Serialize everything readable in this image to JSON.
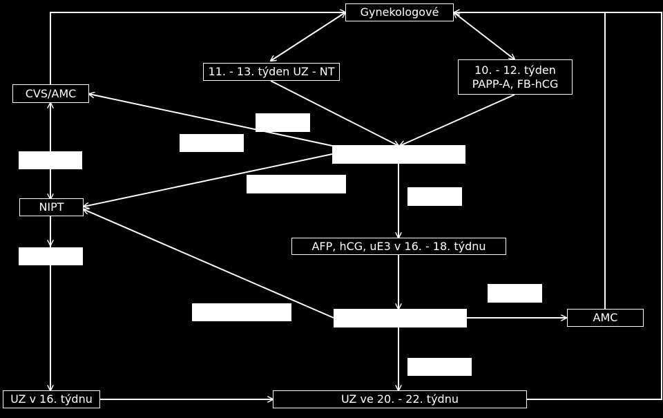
{
  "diagram": {
    "colors": {
      "background": "#000000",
      "stroke": "#ffffff",
      "text": "#ffffff",
      "blank_fill": "#ffffff"
    },
    "nodes": {
      "gynekologove": "Gynekologové",
      "uz_nt": "11. - 13. týden UZ - NT",
      "papp": "10. - 12. týden\nPAPP-A, FB-hCG",
      "cvs_amc": "CVS/AMC",
      "nipt": "NIPT",
      "afp": "AFP, hCG, uE3 v 16. - 18. týdnu",
      "amc": "AMC",
      "uz16": "UZ v 16. týdnu",
      "uz20": "UZ ve 20. - 22. týdnu"
    }
  }
}
